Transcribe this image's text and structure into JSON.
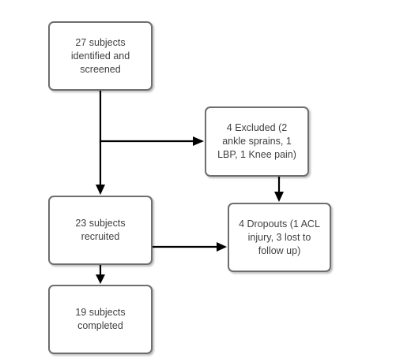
{
  "diagram": {
    "nodes": {
      "screened": {
        "label": "27 subjects identified and screened"
      },
      "excluded": {
        "label": "4 Excluded  (2 ankle sprains, 1 LBP, 1 Knee pain)"
      },
      "recruited": {
        "label": "23 subjects recruited"
      },
      "dropouts": {
        "label": "4 Dropouts (1 ACL injury, 3 lost to follow up)"
      },
      "completed": {
        "label": "19 subjects completed"
      }
    },
    "edges": [
      {
        "from": "screened",
        "to": "recruited"
      },
      {
        "from": "screened",
        "to": "excluded"
      },
      {
        "from": "excluded",
        "to": "dropouts"
      },
      {
        "from": "recruited",
        "to": "dropouts"
      },
      {
        "from": "recruited",
        "to": "completed"
      }
    ],
    "colors": {
      "arrow": "#000000",
      "box_border": "#6e6e6e",
      "text": "#404040"
    }
  }
}
